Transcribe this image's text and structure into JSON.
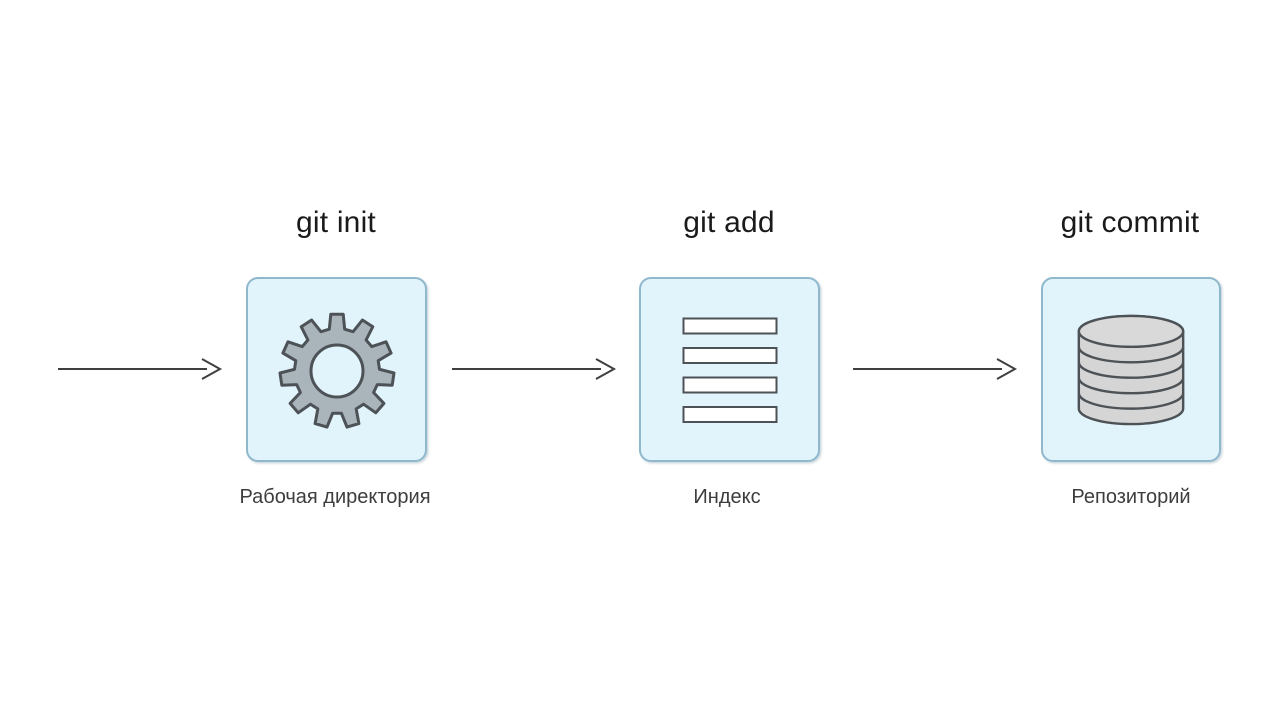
{
  "diagram": {
    "nodes": [
      {
        "command": "git init",
        "label": "Рабочая директория",
        "icon": "gear-icon"
      },
      {
        "command": "git add",
        "label": "Индекс",
        "icon": "list-rows-icon"
      },
      {
        "command": "git commit",
        "label": "Репозиторий",
        "icon": "database-icon"
      }
    ],
    "arrow_count": 3,
    "colors": {
      "background": "#ffffff",
      "box_fill": "#e1f4fb",
      "box_border": "#8fb8cd",
      "arrow": "#3f3f3f",
      "title_text": "#1a1a1a",
      "label_text": "#3d3d3d",
      "gear_fill": "#a9b4bb",
      "icon_stroke": "#4d5257",
      "db_fill": "#d5d5d5",
      "db_top_fill": "#d9d9d9",
      "bar_fill": "#ffffff"
    }
  }
}
